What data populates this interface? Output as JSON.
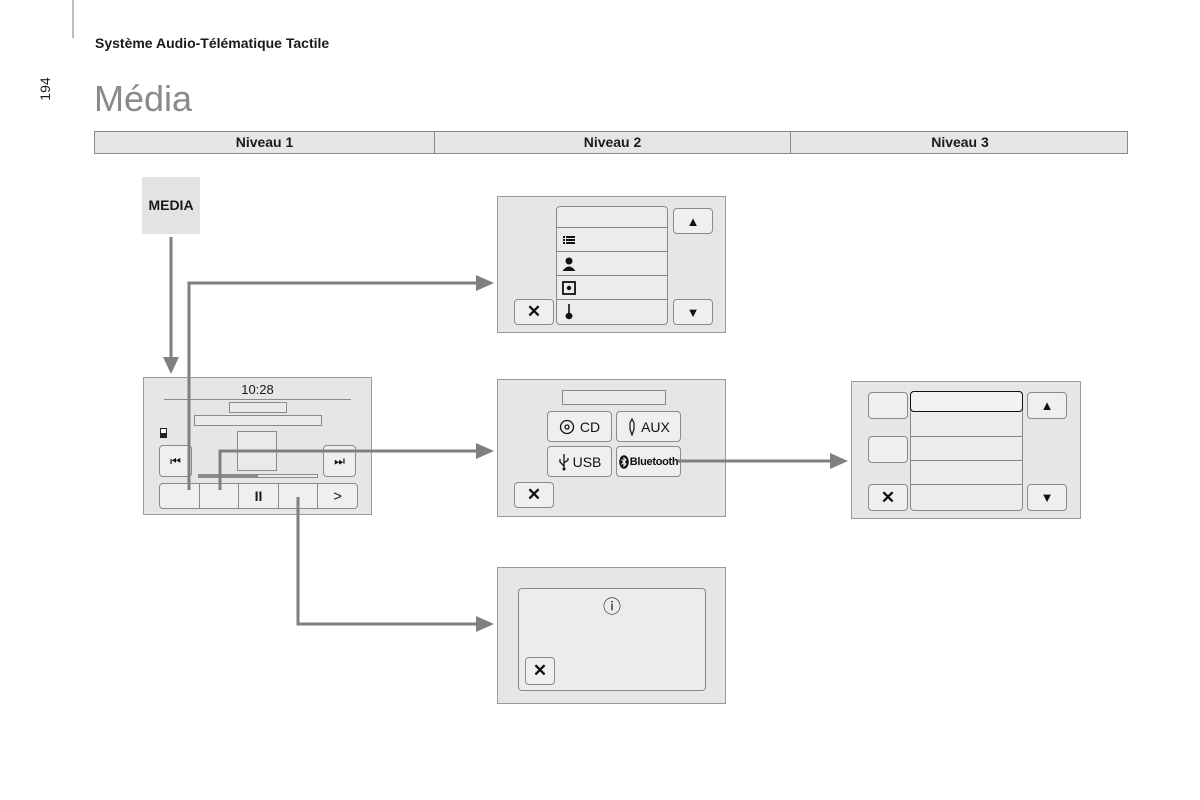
{
  "header": {
    "page_number": "194",
    "chapter": "Système Audio-Télématique Tactile"
  },
  "section_title": "Média",
  "levels": [
    "Niveau 1",
    "Niveau 2",
    "Niveau 3"
  ],
  "media_key": "MEDIA",
  "main_screen": {
    "clock": "10:28",
    "pause": "II",
    "next_arrow": ">"
  },
  "sources": {
    "cd": "CD",
    "aux": "AUX",
    "usb": "USB",
    "bluetooth": "Bluetooth"
  },
  "glyphs": {
    "close": "✕",
    "up": "▲",
    "down": "▼",
    "prev": "⏮",
    "next": "⏭",
    "info": "ⓘ"
  },
  "colors": {
    "arrow": "#7f7f7f",
    "screen": "#e6e6e6",
    "border": "#8a8a8a"
  }
}
